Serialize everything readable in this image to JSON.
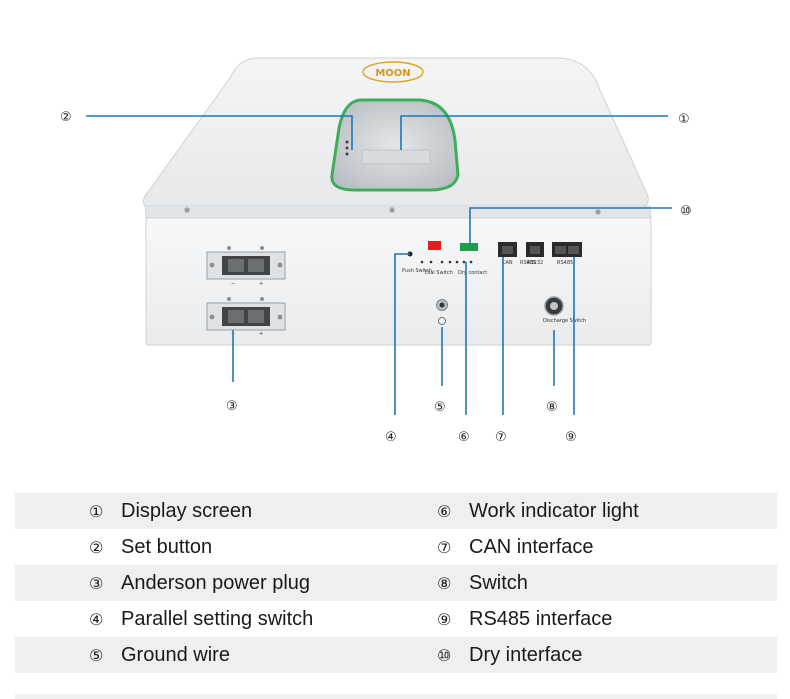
{
  "logo_text": "MOON",
  "panel_labels": {
    "push_switch": "Push Switch",
    "dial_switch": "Dial Switch",
    "dry_contact": "Dry contact",
    "can": "CAN",
    "rs485_a": "RS485",
    "rs232": "RS232",
    "rs485_b": "RS485",
    "discharge_switch": "Discharge Switch",
    "minus": "−",
    "plus": "+"
  },
  "callouts": {
    "c1": "①",
    "c2": "②",
    "c3": "③",
    "c4": "④",
    "c5": "⑤",
    "c6": "⑥",
    "c7": "⑦",
    "c8": "⑧",
    "c9": "⑨",
    "c10": "⑩"
  },
  "legend": [
    {
      "left_num": "①",
      "left_label": "Display screen",
      "right_num": "⑥",
      "right_label": "Work indicator light"
    },
    {
      "left_num": "②",
      "left_label": "Set button",
      "right_num": "⑦",
      "right_label": "CAN interface"
    },
    {
      "left_num": "③",
      "left_label": "Anderson power plug",
      "right_num": "⑧",
      "right_label": "Switch"
    },
    {
      "left_num": "④",
      "left_label": "Parallel setting switch",
      "right_num": "⑨",
      "right_label": "RS485 interface"
    },
    {
      "left_num": "⑤",
      "left_label": "Ground wire",
      "right_num": "⑩",
      "right_label": "Dry interface"
    }
  ],
  "colors": {
    "leader": "#1f78b4",
    "display_ring": "#3fae5a",
    "dial_switch": "#e02020",
    "terminal_green": "#1e9e4a",
    "legend_shade": "#efefef"
  }
}
